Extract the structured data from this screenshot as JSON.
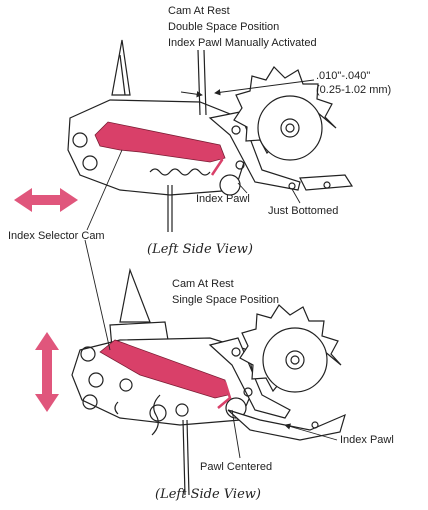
{
  "top_figure": {
    "note_lines": [
      "Cam At Rest",
      "Double Space Position",
      "Index Pawl Manually Activated"
    ],
    "gap_line1": ".010\"-.040\"",
    "gap_line2": "(0.25-1.02 mm)",
    "index_pawl": "Index Pawl",
    "just_bottomed": "Just Bottomed",
    "index_selector_cam": "Index Selector Cam",
    "caption": "(Left Side View)",
    "arrow_direction": "horizontal"
  },
  "bottom_figure": {
    "note_lines": [
      "Cam At Rest",
      "Single Space Position"
    ],
    "index_pawl": "Index Pawl",
    "pawl_centered": "Pawl Centered",
    "caption": "(Left Side View)",
    "arrow_direction": "vertical"
  },
  "colors": {
    "highlight": "#d94069",
    "arrow": "#e0567c",
    "line": "#222222"
  }
}
